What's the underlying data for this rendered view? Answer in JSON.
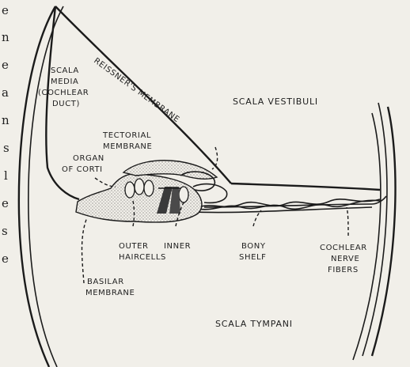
{
  "labels": {
    "scala_media": [
      "SCALA",
      "MEDIA",
      "(COCHLEAR",
      "DUCT)"
    ],
    "reissners_membrane": "REISSNER'S MEMBRANE",
    "scala_vestibuli": "SCALA VESTIBULI",
    "tectorial_membrane": [
      "TECTORIAL",
      "MEMBRANE"
    ],
    "organ_of_corti": [
      "ORGAN",
      "OF CORTI"
    ],
    "outer_haircells": [
      "OUTER",
      "HAIRCELLS"
    ],
    "inner": "INNER",
    "bony_shelf": [
      "BONY",
      "SHELF"
    ],
    "cochlear_nerve_fibers": [
      "COCHLEAR",
      "NERVE",
      "FIBERS"
    ],
    "basilar_membrane": [
      "BASILAR",
      "MEMBRANE"
    ],
    "scala_tympani": "SCALA TYMPANI"
  },
  "edge_text": [
    "e",
    "n",
    "e",
    "a",
    "n",
    "s",
    "l",
    "e",
    "s",
    "e"
  ]
}
